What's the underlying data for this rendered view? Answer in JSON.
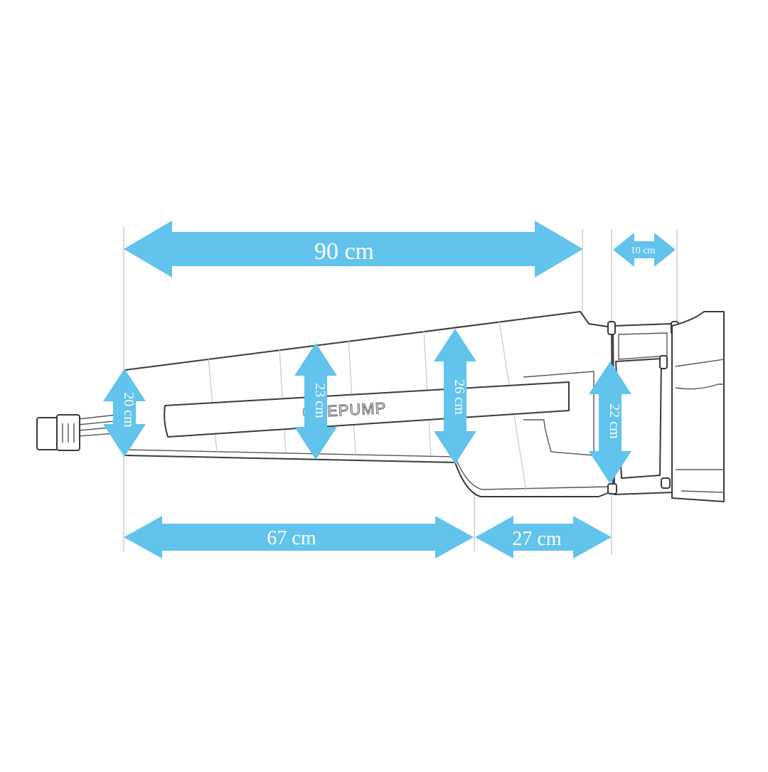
{
  "colors": {
    "arrow": "#62c4ec",
    "outline": "#3a3a3a",
    "background": "#ffffff"
  },
  "brand": {
    "text": "OREPUMP"
  },
  "dimensions": {
    "total_length": "90 cm",
    "upper_length": "67 cm",
    "lower_length": "27 cm",
    "ankle_band_length": "10 cm",
    "end_height": "20 cm",
    "mid_height": "23 cm",
    "wide_height": "26 cm",
    "ankle_height": "22 cm"
  }
}
